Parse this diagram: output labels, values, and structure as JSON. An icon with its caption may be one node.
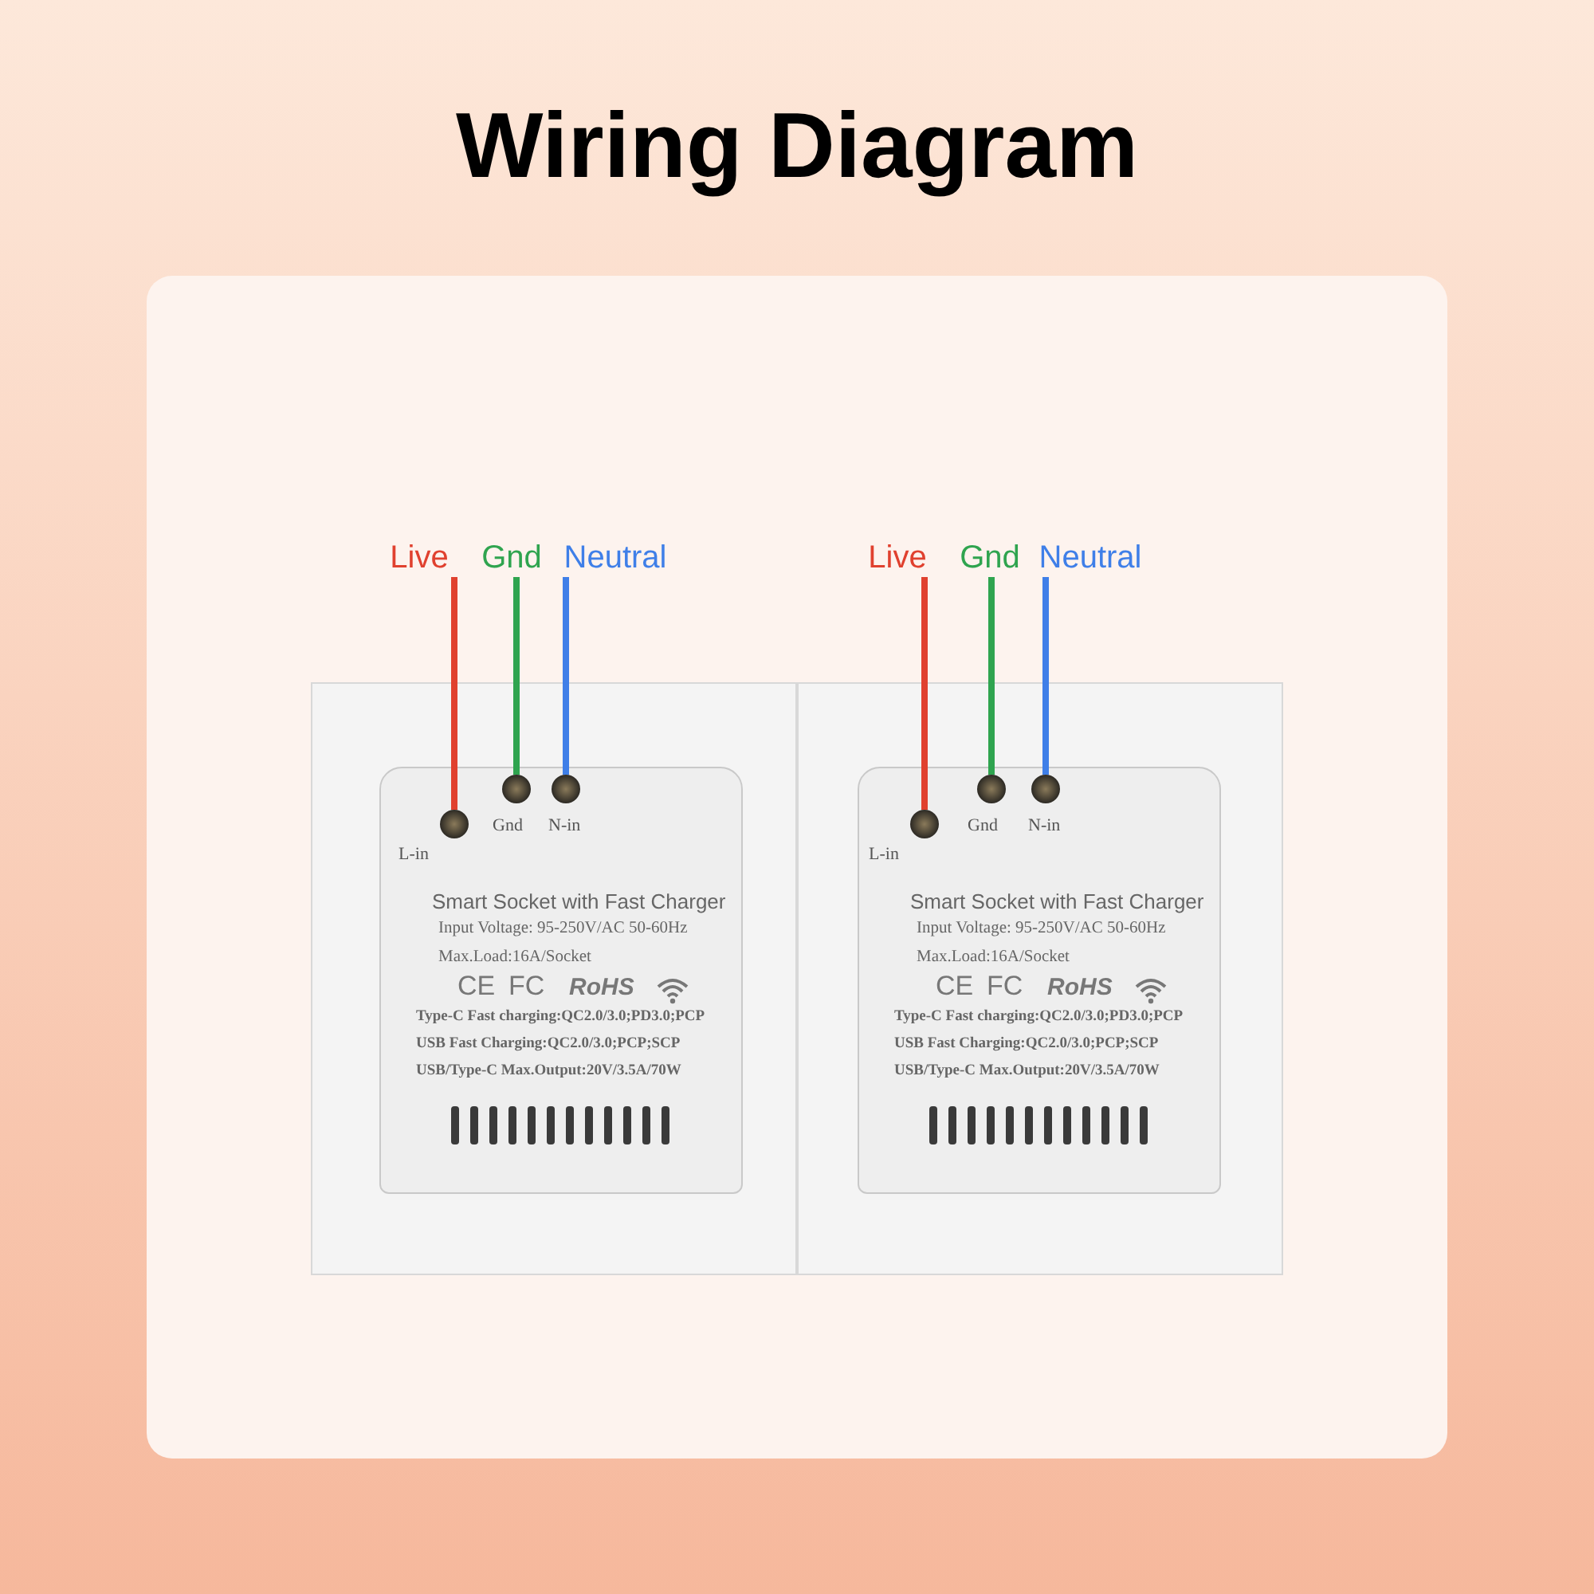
{
  "diagram": {
    "title": "Wiring Diagram",
    "nodes": [
      {
        "text": [
          "Live"
        ]
      },
      {
        "text": [
          "Gnd"
        ]
      },
      {
        "text": [
          "Neutral"
        ]
      },
      {
        "text": [
          "Live"
        ]
      },
      {
        "text": [
          "Gnd"
        ]
      },
      {
        "text": [
          "Neutral"
        ]
      },
      {
        "text": [],
        "shape": "box"
      },
      {
        "text": [
          "Smart Socket with Fast Charger",
          "Input Voltage: 95-250V/AC 50-60Hz",
          "Max.Load:16A/Socket",
          "Type-C Fast charging:QC2.0/3.0;PD3.0;PCP",
          "USB Fast Charging:QC2.0/3.0;PCP;SCP",
          "USB/Type-C Max.Output:20V/3.5A/70W"
        ],
        "in": 6
      },
      {
        "text": [],
        "shape": "circle",
        "in": 7,
        "beside": [
          "L-in"
        ]
      },
      {
        "text": [],
        "shape": "circle",
        "in": 7,
        "beside": [
          "Gnd"
        ]
      },
      {
        "text": [],
        "shape": "circle",
        "in": 7,
        "beside": [
          "N-in"
        ]
      },
      {
        "text": [],
        "shape": "box"
      },
      {
        "text": [
          "Smart Socket with Fast Charger",
          "Input Voltage: 95-250V/AC 50-60Hz",
          "Max.Load:16A/Socket",
          "Type-C Fast charging:QC2.0/3.0;PD3.0;PCP",
          "USB Fast Charging:QC2.0/3.0;PCP;SCP",
          "USB/Type-C Max.Output:20V/3.5A/70W"
        ],
        "in": 11
      },
      {
        "text": [],
        "shape": "circle",
        "in": 12,
        "beside": [
          "L-in"
        ]
      },
      {
        "text": [],
        "shape": "circle",
        "in": 12,
        "beside": [
          "Gnd"
        ]
      },
      {
        "text": [],
        "shape": "circle",
        "in": 12,
        "beside": [
          "N-in"
        ]
      }
    ],
    "edges": [
      {
        "from": 0,
        "to": 8,
        "arrow": "none",
        "color": "#e0412f"
      },
      {
        "from": 1,
        "to": 9,
        "arrow": "none",
        "color": "#2fa44f"
      },
      {
        "from": 2,
        "to": 10,
        "arrow": "none",
        "color": "#3f7fe8"
      },
      {
        "from": 3,
        "to": 13,
        "arrow": "none",
        "color": "#e0412f"
      },
      {
        "from": 4,
        "to": 14,
        "arrow": "none",
        "color": "#2fa44f"
      },
      {
        "from": 5,
        "to": 15,
        "arrow": "none",
        "color": "#3f7fe8"
      }
    ],
    "labels": [
      "CE",
      "FC",
      "RoHS",
      "CE",
      "FC",
      "RoHS"
    ]
  }
}
